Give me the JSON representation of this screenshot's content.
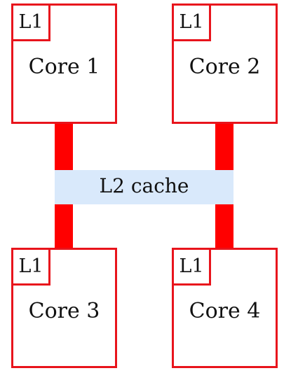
{
  "colors": {
    "core_border": "#e8141c",
    "bus": "#ff0000",
    "l2_fill": "#d9e9fb"
  },
  "cores": [
    {
      "label": "Core 1",
      "l1_label": "L1"
    },
    {
      "label": "Core 2",
      "l1_label": "L1"
    },
    {
      "label": "Core 3",
      "l1_label": "L1"
    },
    {
      "label": "Core 4",
      "l1_label": "L1"
    }
  ],
  "l2": {
    "label": "L2 cache"
  }
}
